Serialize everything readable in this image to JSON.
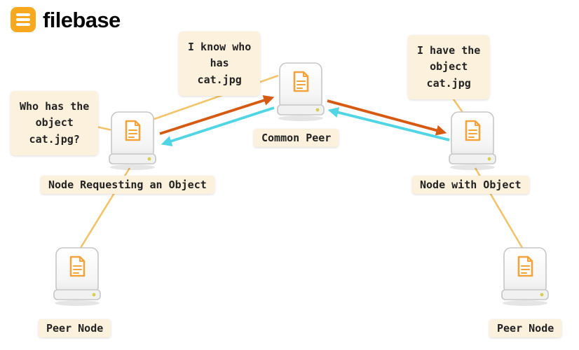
{
  "brand": {
    "name": "filebase"
  },
  "nodes": [
    {
      "id": "node-requesting",
      "label": "Node Requesting an Object"
    },
    {
      "id": "node-common-peer",
      "label": "Common Peer"
    },
    {
      "id": "node-with-object",
      "label": "Node with Object"
    },
    {
      "id": "node-peer-left",
      "label": "Peer Node"
    },
    {
      "id": "node-peer-right",
      "label": "Peer Node"
    }
  ],
  "bubbles": [
    {
      "id": "bubble-requesting",
      "lines": [
        "Who has the",
        "object",
        "cat.jpg?"
      ]
    },
    {
      "id": "bubble-common-peer",
      "lines": [
        "I know who",
        "has",
        "cat.jpg"
      ]
    },
    {
      "id": "bubble-with-object",
      "lines": [
        "I have the",
        "object",
        "cat.jpg"
      ]
    }
  ],
  "edges": [
    {
      "type": "request",
      "from": "node-requesting",
      "to": "node-common-peer",
      "color": "#D65A12"
    },
    {
      "type": "response",
      "from": "node-common-peer",
      "to": "node-requesting",
      "color": "#4FD5E4"
    },
    {
      "type": "request",
      "from": "node-common-peer",
      "to": "node-with-object",
      "color": "#D65A12"
    },
    {
      "type": "response",
      "from": "node-with-object",
      "to": "node-common-peer",
      "color": "#4FD5E4"
    },
    {
      "type": "link",
      "from": "node-requesting",
      "to": "node-peer-left",
      "color": "#F2C36B"
    },
    {
      "type": "link",
      "from": "node-with-object",
      "to": "node-peer-right",
      "color": "#F2C36B"
    },
    {
      "type": "link",
      "from": "bubble-requesting",
      "to": "node-requesting",
      "color": "#F2C36B"
    },
    {
      "type": "link",
      "from": "bubble-with-object",
      "to": "node-with-object",
      "color": "#F2C36B"
    }
  ],
  "colors": {
    "brand_orange": "#F7A81F",
    "node_glyph_orange": "#F2A33C",
    "bubble_bg": "#FCF1DC",
    "arrow_request": "#D65A12",
    "arrow_response": "#4FD5E4",
    "link_line": "#F2C36B",
    "text": "#222222"
  }
}
